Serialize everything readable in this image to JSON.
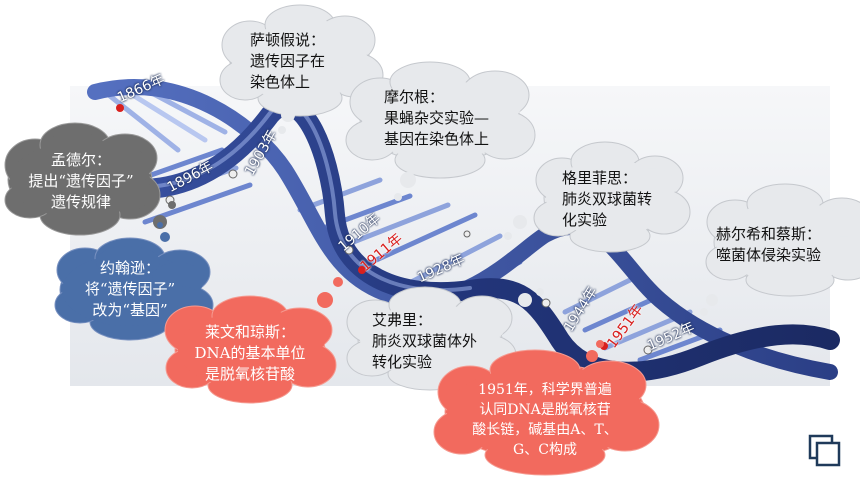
{
  "years": {
    "y1866": "1866年",
    "y1896": "1896年",
    "y1903": "1903年",
    "y1910": "1910年",
    "y1911": "1911年",
    "y1928": "1928年",
    "y1944": "1944年",
    "y1951": "1951年",
    "y1952": "1952年"
  },
  "clouds": {
    "mendel": {
      "line1": "孟德尔：",
      "line2": "提出“遗传因子”",
      "line3": "遗传规律"
    },
    "johannsen": {
      "line1": "约翰逊：",
      "line2": "将“遗传因子”",
      "line3": "改为“基因”"
    },
    "levene": {
      "line1": "莱文和琼斯：",
      "line2": "DNA的基本单位",
      "line3": "是脱氧核苷酸"
    },
    "sutton": {
      "line1": "萨顿假说：",
      "line2": "遗传因子在",
      "line3": "染色体上"
    },
    "morgan": {
      "line1": "摩尔根：",
      "line2": "果蝇杂交实验—",
      "line3": "基因在染色体上"
    },
    "avery": {
      "line1": "艾弗里：",
      "line2": "肺炎双球菌体外",
      "line3": "转化实验"
    },
    "griffith": {
      "line1": "格里菲思：",
      "line2": "肺炎双球菌转",
      "line3": "化实验"
    },
    "hershey": {
      "line1": "赫尔希和蔡斯：",
      "line2": "噬菌体侵染实验"
    },
    "dna1951": {
      "line1": "1951年，科学界普遍",
      "line2": "认同DNA是脱氧核苷",
      "line3": "酸长链，碱基由A、T、",
      "line4": "G、C构成"
    }
  },
  "colors": {
    "helix_strand": "#2b3f86",
    "helix_highlight": "#8fa6e0",
    "cloud_gray": "#6e6e6e",
    "cloud_blue": "#4a6fa8",
    "cloud_red": "#f26a5e",
    "cloud_light": "#e7e9ec",
    "year_red": "#d9201e"
  },
  "icons": {
    "corner": "slide-nav-icon"
  }
}
